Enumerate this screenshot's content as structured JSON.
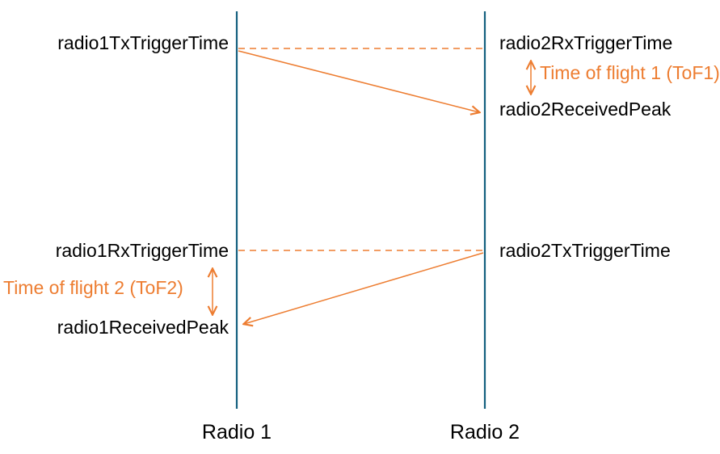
{
  "diagram": {
    "radio1": {
      "name": "Radio 1",
      "events": {
        "tx_trigger": "radio1TxTriggerTime",
        "rx_trigger": "radio1RxTriggerTime",
        "received_peak": "radio1ReceivedPeak"
      }
    },
    "radio2": {
      "name": "Radio 2",
      "events": {
        "rx_trigger": "radio2RxTriggerTime",
        "received_peak": "radio2ReceivedPeak",
        "tx_trigger": "radio2TxTriggerTime"
      }
    },
    "annotations": {
      "tof1": "Time of flight 1 (ToF1)",
      "tof2": "Time of flight 2 (ToF2)"
    },
    "colors": {
      "timeline": "#14607F",
      "accent": "#ED7D31",
      "text": "#000000"
    }
  }
}
